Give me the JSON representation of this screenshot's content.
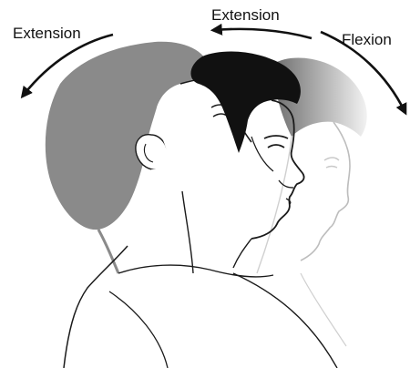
{
  "labels": {
    "extension_left": "Extension",
    "extension_top": "Extension",
    "flexion": "Flexion"
  },
  "colors": {
    "background": "#ffffff",
    "text": "#111111",
    "arrow": "#111111",
    "hair_extended": "#8a8a8a",
    "skin_extended": "#ffffff",
    "hair_neutral": "#111111",
    "hair_flexed_start": "#6e6e6e",
    "hair_flexed_end": "#f2f2f2",
    "outline_strong": "#1a1a1a",
    "outline_faint": "#bdbdbd"
  },
  "icons": {
    "arrow_left": "curved-arrow-left-icon",
    "arrow_top": "curved-arrow-top-icon",
    "arrow_right": "curved-arrow-right-icon"
  }
}
